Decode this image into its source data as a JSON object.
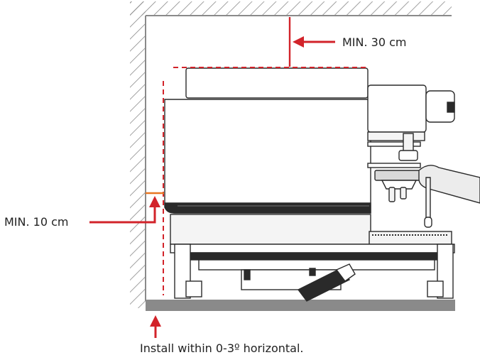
{
  "labels": {
    "min_top": "MIN. 30 cm",
    "min_side": "MIN. 10 cm",
    "install_note": "Install within 0-3º horizontal."
  },
  "colors": {
    "clearance_red": "#d2232a",
    "side_gap_orange": "#e87722",
    "wall_gray": "#8a8a8a",
    "line_dark": "#2a2a2a",
    "fill_light": "#f4f4f4"
  },
  "icons": [
    "wall-hatch",
    "floor-slab",
    "arrow-left",
    "arrow-up",
    "espresso-machine"
  ]
}
